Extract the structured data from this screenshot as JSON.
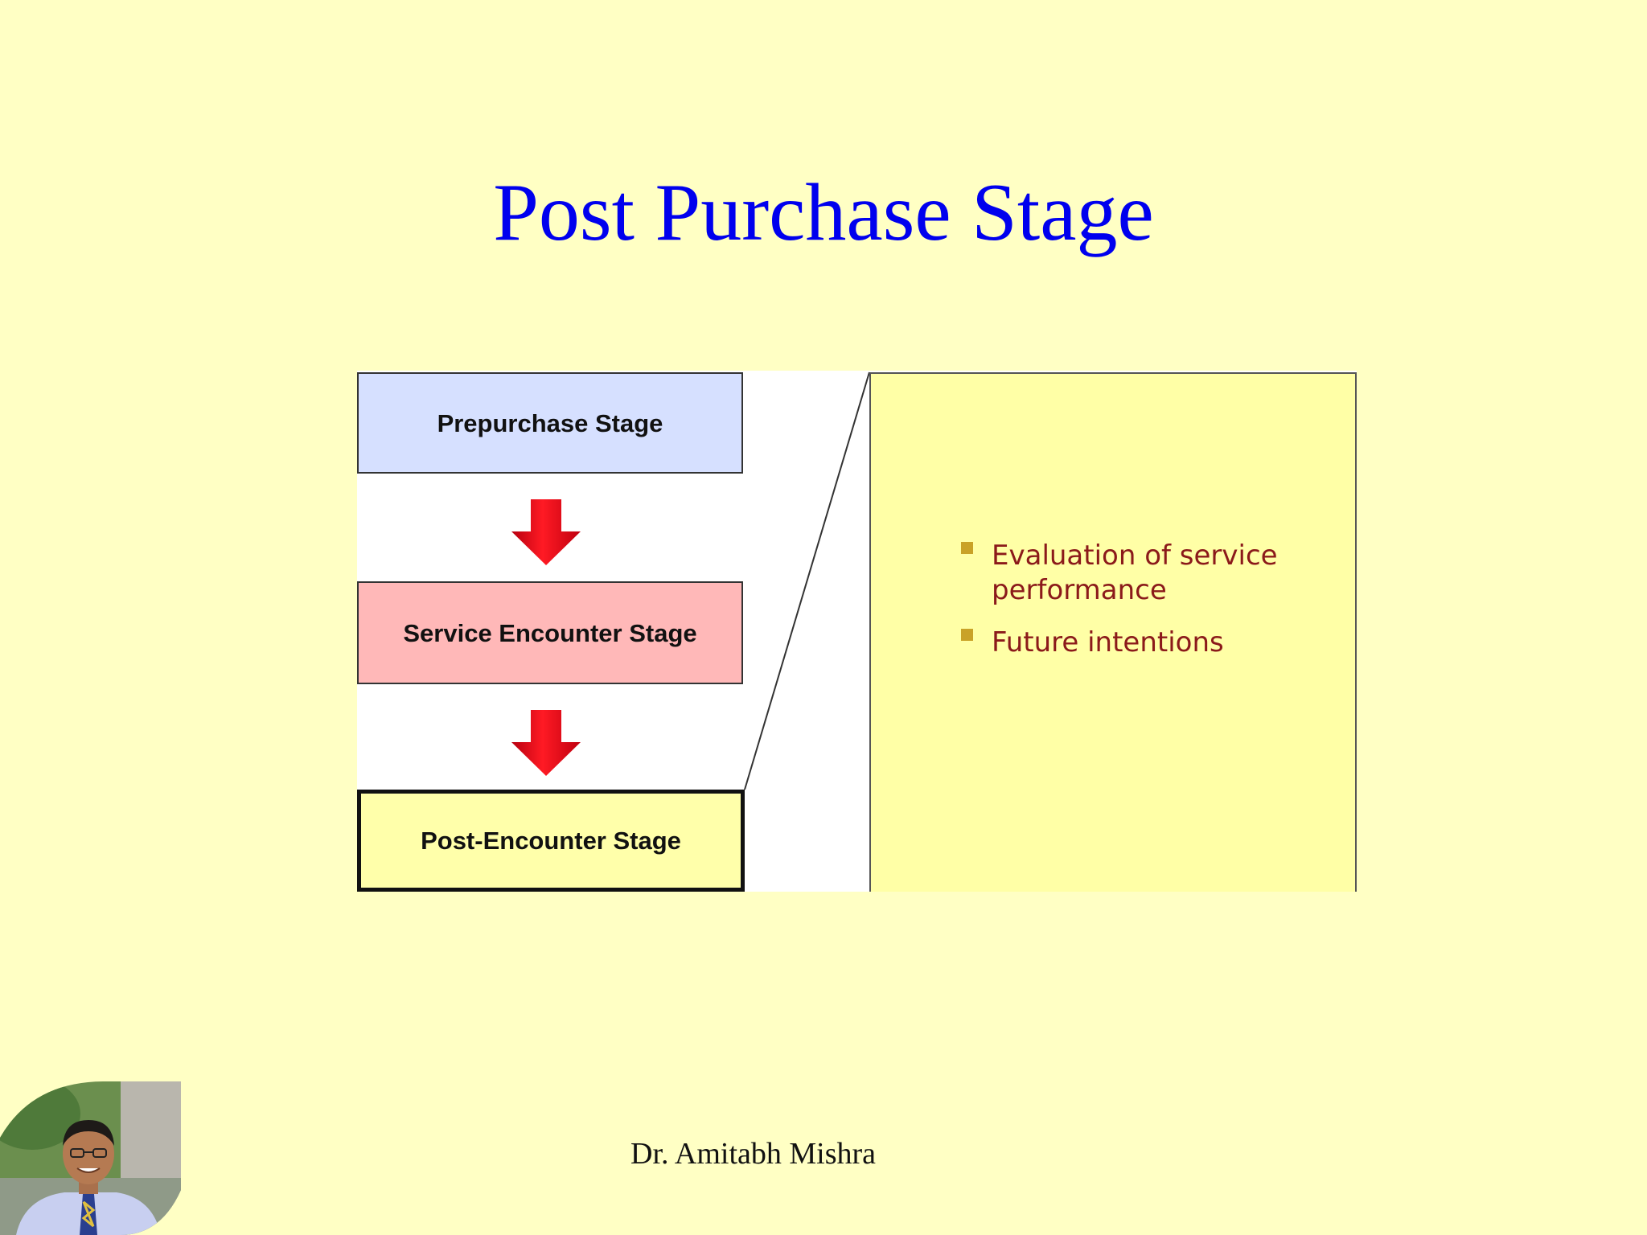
{
  "slide": {
    "title": "Post Purchase Stage",
    "author": "Dr. Amitabh Mishra"
  },
  "diagram": {
    "stages": [
      {
        "label": "Prepurchase Stage",
        "color": "#d6e0ff"
      },
      {
        "label": "Service Encounter Stage",
        "color": "#ffb8b8"
      },
      {
        "label": "Post-Encounter Stage",
        "color": "#ffffaa",
        "highlighted": true
      }
    ],
    "arrow_color": "#e8111b",
    "detail_panel": {
      "background": "#ffffa6",
      "bullets": [
        "Evaluation of service performance",
        "Future intentions"
      ],
      "text_color": "#8b1a1a",
      "bullet_color": "#c9a227"
    }
  },
  "colors": {
    "background": "#ffffc4",
    "title": "#0000ee"
  }
}
